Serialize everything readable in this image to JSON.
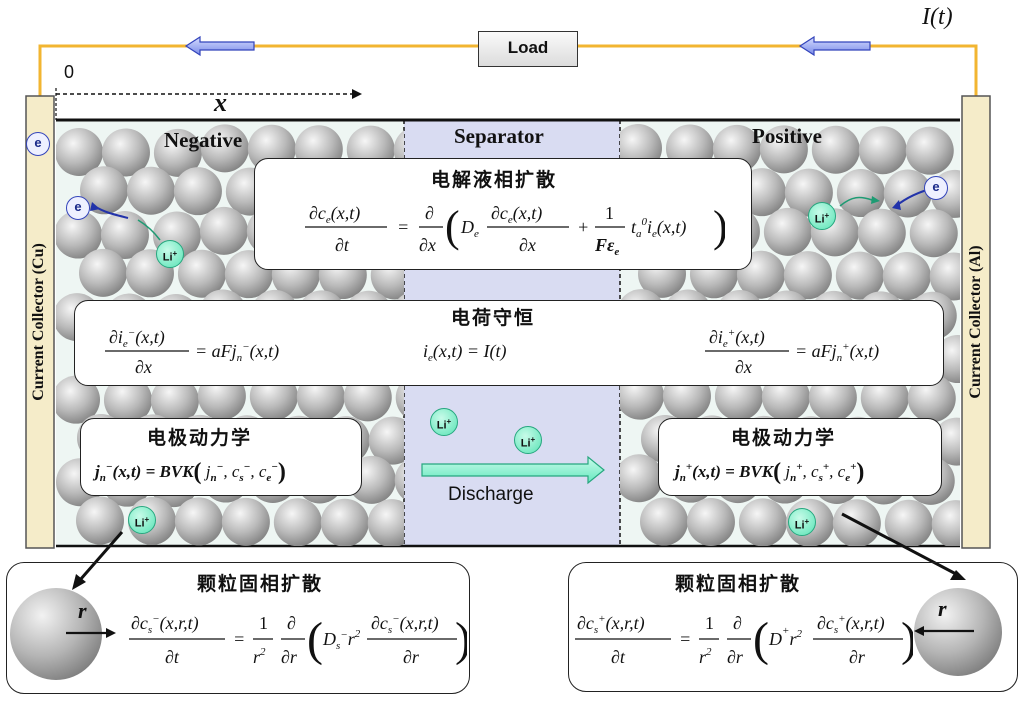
{
  "current_label": "I(t)",
  "load_label": "Load",
  "origin_label": "0",
  "axis_label": "x",
  "regions": {
    "negative": "Negative",
    "separator": "Separator",
    "positive": "Positive"
  },
  "collectors": {
    "left": "Current Collector (Cu)",
    "right": "Current Collector (Al)"
  },
  "electrolyte_box": {
    "title": "电解液相扩散"
  },
  "charge_box": {
    "title": "电荷守恒"
  },
  "kinetics_left": {
    "title": "电极动力学"
  },
  "kinetics_right": {
    "title": "电极动力学"
  },
  "particle_left": {
    "title": "颗粒固相扩散",
    "radius_label": "r"
  },
  "particle_right": {
    "title": "颗粒固相扩散",
    "radius_label": "r"
  },
  "discharge_label": "Discharge",
  "ion_label": "Li",
  "electron_label": "e",
  "colors": {
    "separator": "#d9dcf2",
    "electrode_bg": "#eef6f3",
    "wire": "#f2b531",
    "collector": "#f5ecc9",
    "arrow_fill": "#8fa0f0",
    "ion": "#59e3b5",
    "discharge_arrow": "#7ff0cf"
  }
}
